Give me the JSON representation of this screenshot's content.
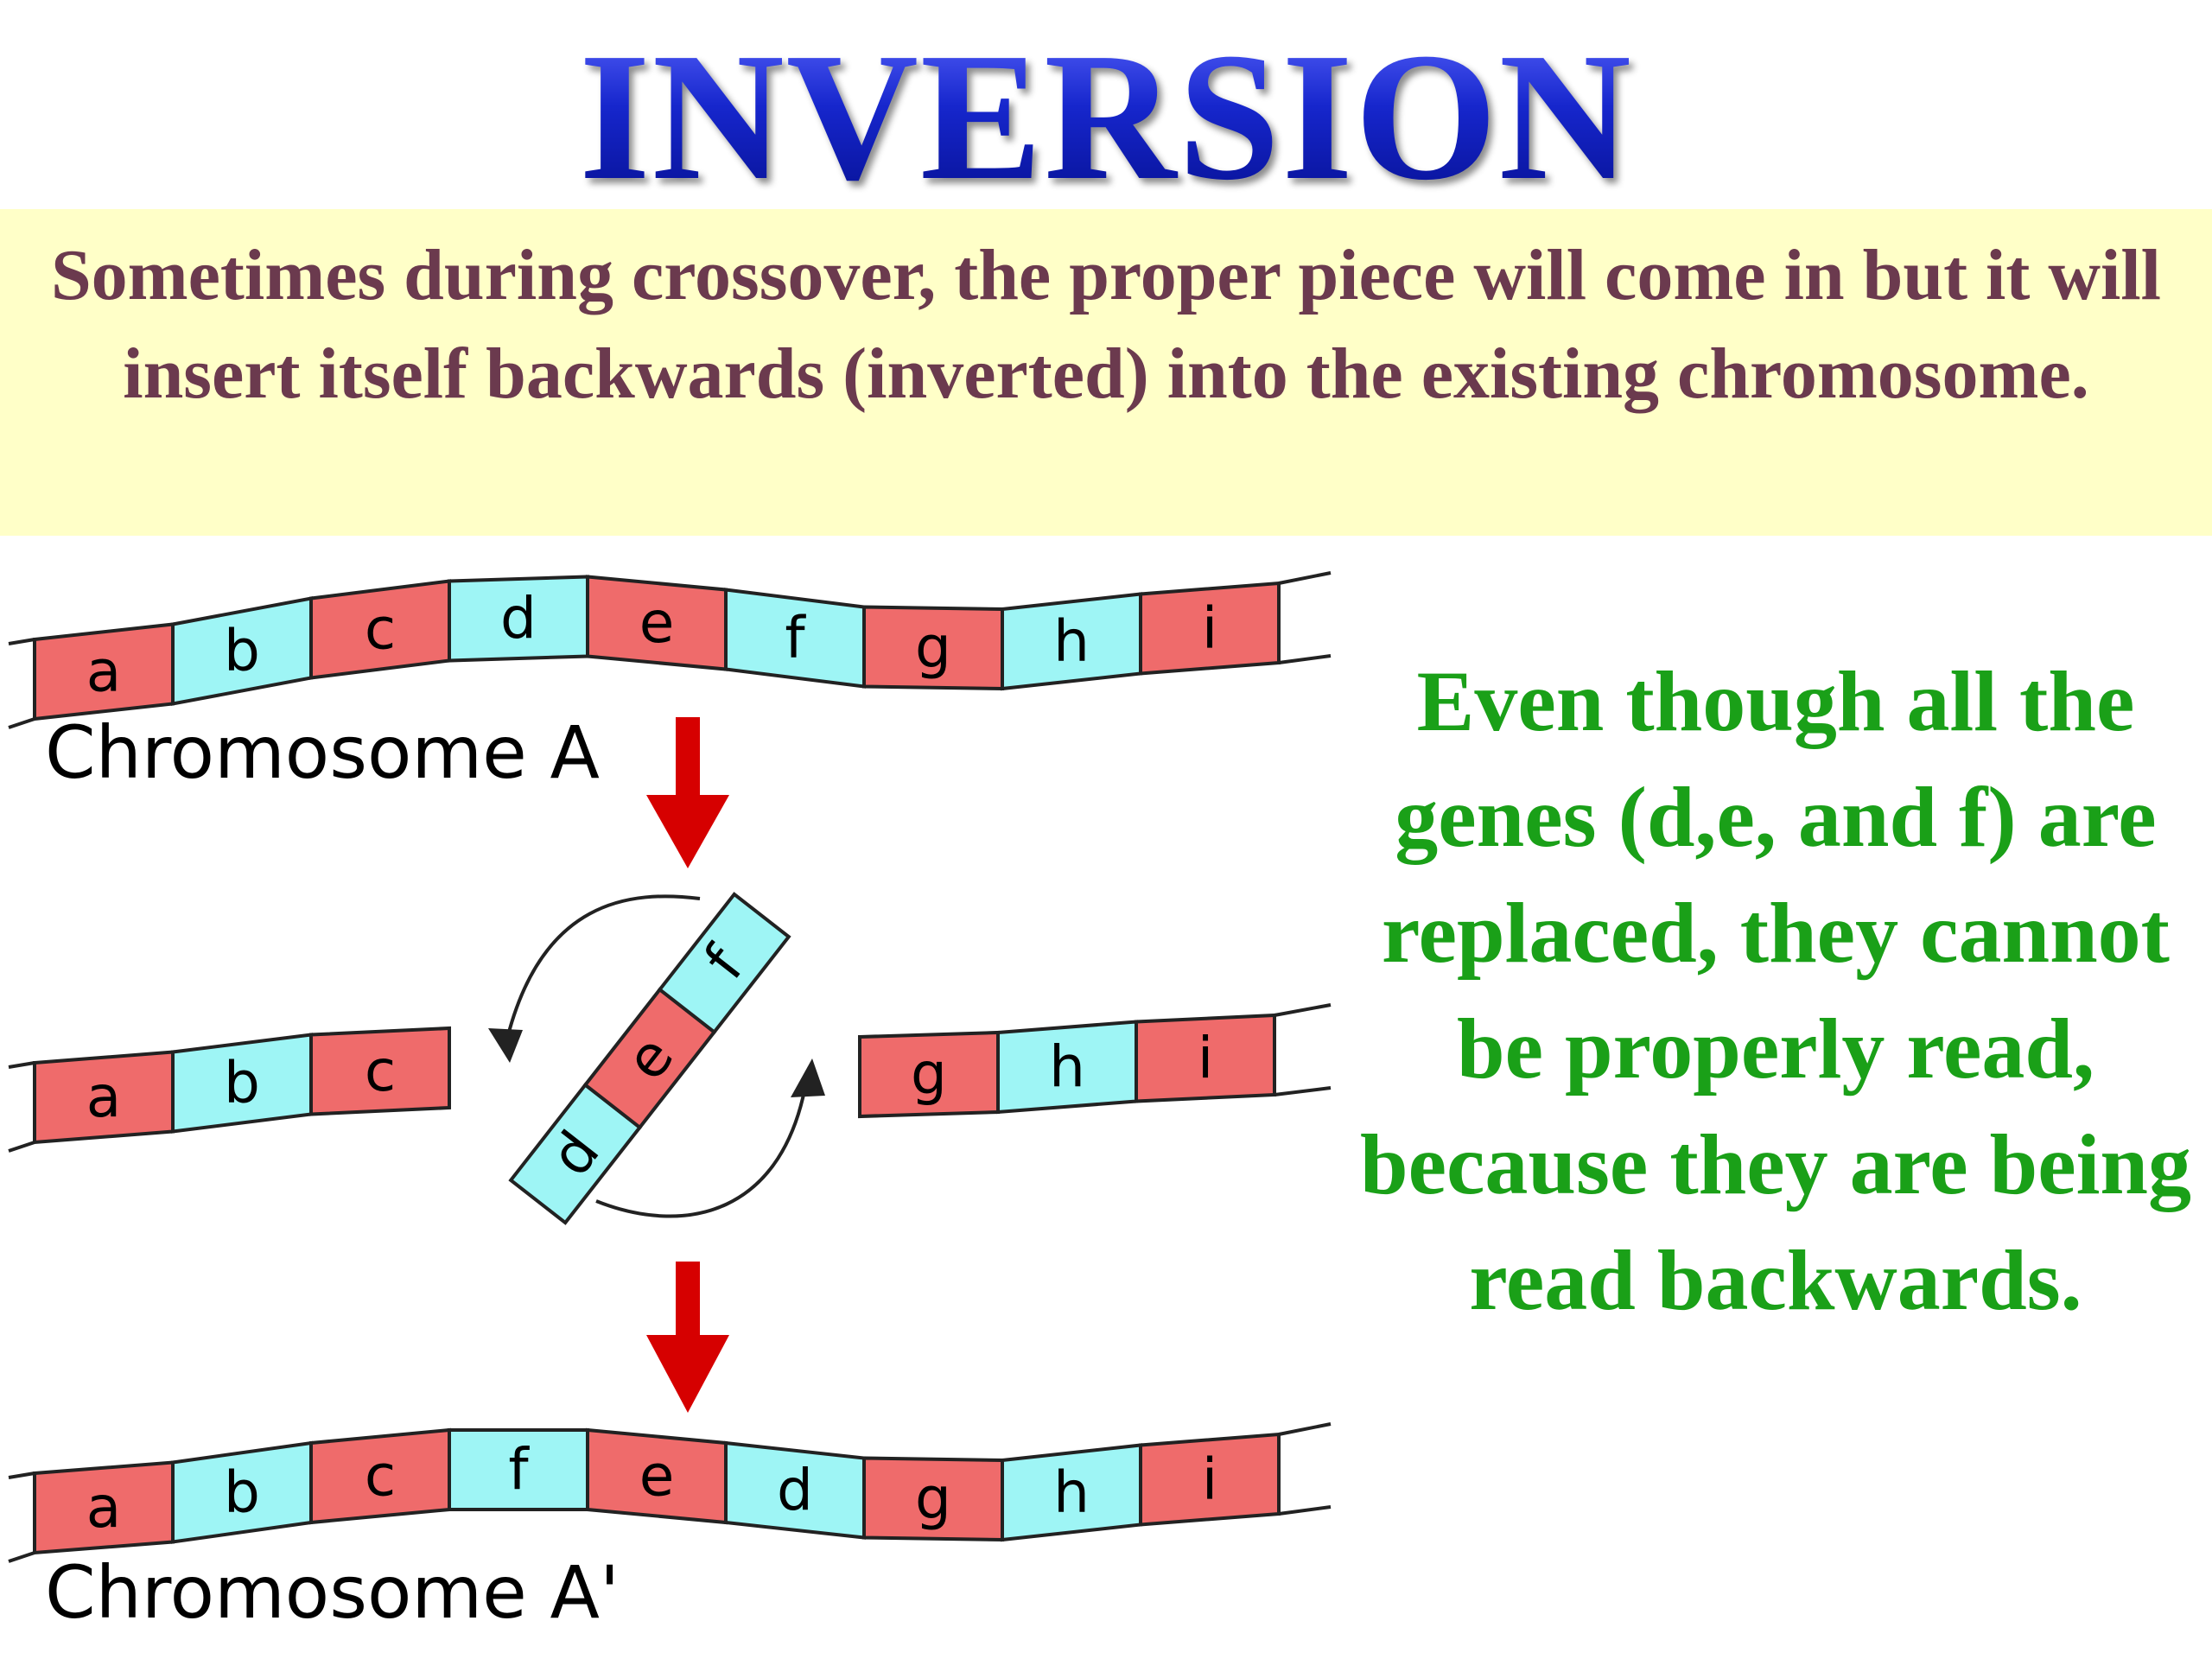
{
  "title": "INVERSION",
  "intro": "Sometimes during crossover, the proper piece will come in but it will insert itself backwards (inverted) into the existing chromosome.",
  "explanation": "Even though all the genes (d,e, and f) are replaced, they cannot be properly read, because they are being read backwards.",
  "diagram": {
    "colors": {
      "red_gene": "#ef6b6b",
      "cyan_gene": "#9ef5f5",
      "arrow": "#d60000",
      "outline": "#222222"
    },
    "chromosome_a": {
      "label": "Chromosome A",
      "genes": [
        "a",
        "b",
        "c",
        "d",
        "e",
        "f",
        "g",
        "h",
        "i"
      ]
    },
    "broken_left": {
      "genes": [
        "a",
        "b",
        "c"
      ]
    },
    "inverted_segment": {
      "genes": [
        "d",
        "e",
        "f"
      ]
    },
    "broken_right": {
      "genes": [
        "g",
        "h",
        "i"
      ]
    },
    "chromosome_a_prime": {
      "label": "Chromosome A'",
      "genes": [
        "a",
        "b",
        "c",
        "f",
        "e",
        "d",
        "g",
        "h",
        "i"
      ]
    }
  }
}
